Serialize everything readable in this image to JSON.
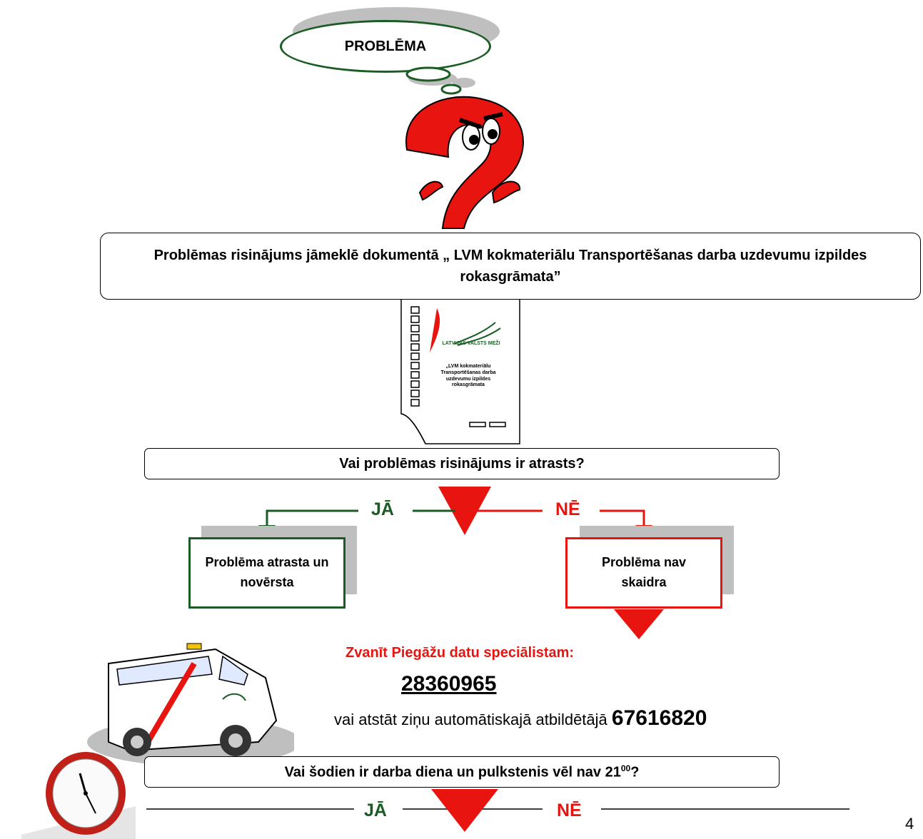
{
  "thought_bubble": {
    "text": "PROBLĒMA"
  },
  "box_search": {
    "text": "Problēmas risinājums jāmeklē dokumentā „ LVM kokmateriālu Transportēšanas darba uzdevumu izpildes rokasgrāmata”"
  },
  "document": {
    "logo_text": "LATVIJAS VALSTS MEŽI",
    "title": "„LVM kokmateriālu Transportēšanas darba uzdevumu izpildes rokasgrāmata"
  },
  "question1": {
    "text": "Vai problēmas risinājums ir atrasts?"
  },
  "branch1": {
    "yes": "JĀ",
    "no": "NĒ"
  },
  "box_found": {
    "text": "Problēma atrasta un novērsta"
  },
  "box_unclear": {
    "text": "Problēma nav skaidra"
  },
  "call": {
    "heading": "Zvanīt Piegāžu datu speciālistam:",
    "phone": "28360965",
    "alt_prefix": "vai atstāt ziņu automātiskajā atbildētājā",
    "alt_phone": "67616820"
  },
  "question2": {
    "text_main": "Vai šodien ir darba diena un pulkstenis vēl nav 21",
    "superscript": "00",
    "text_end": "?"
  },
  "branch2": {
    "yes": "JĀ",
    "no": "NĒ"
  },
  "page_number": "4",
  "colors": {
    "green": "#1b5c24",
    "red": "#e8140f",
    "shadow": "#bfbfbf"
  },
  "icons": [
    "angry-question-mark-icon",
    "document-icon",
    "van-icon",
    "clock-icon"
  ]
}
